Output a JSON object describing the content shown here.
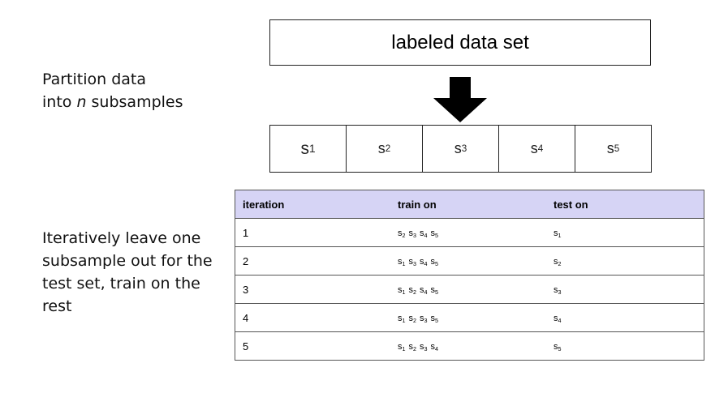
{
  "partition_text": {
    "line1": "Partition data",
    "line2_pre": "into ",
    "line2_var": "n",
    "line2_post": " subsamples"
  },
  "iterate_text": {
    "line1": "Iteratively leave one",
    "line2": "subsample out for the",
    "line3": "test set, train on the",
    "line4": "rest"
  },
  "dataset_label": "labeled data set",
  "subsamples": [
    {
      "base": "s",
      "sub": "1"
    },
    {
      "base": "s",
      "sub": "2"
    },
    {
      "base": "s",
      "sub": "3"
    },
    {
      "base": "s",
      "sub": "4"
    },
    {
      "base": "s",
      "sub": "5"
    }
  ],
  "table": {
    "headers": [
      "iteration",
      "train on",
      "test on"
    ],
    "rows": [
      {
        "iteration": "1",
        "train": [
          "2",
          "3",
          "4",
          "5"
        ],
        "test": "1"
      },
      {
        "iteration": "2",
        "train": [
          "1",
          "3",
          "4",
          "5"
        ],
        "test": "2"
      },
      {
        "iteration": "3",
        "train": [
          "1",
          "2",
          "4",
          "5"
        ],
        "test": "3"
      },
      {
        "iteration": "4",
        "train": [
          "1",
          "2",
          "3",
          "5"
        ],
        "test": "4"
      },
      {
        "iteration": "5",
        "train": [
          "1",
          "2",
          "3",
          "4"
        ],
        "test": "5"
      }
    ]
  }
}
